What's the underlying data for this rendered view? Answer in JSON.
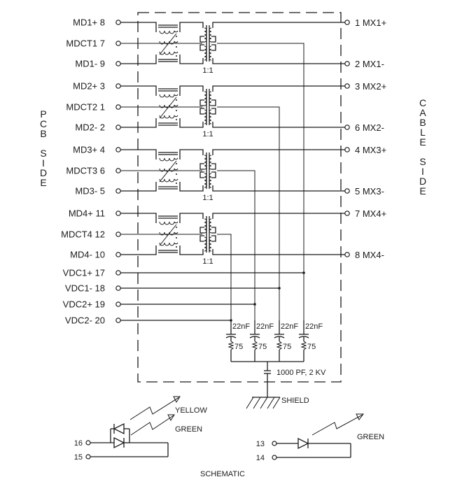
{
  "figure": {
    "caption": "SCHEMATIC",
    "pcb_side_label": "PCB SIDE",
    "cable_side_label": "CABLE SIDE"
  },
  "channels": [
    {
      "ratio": "1:1",
      "pcb_pins": [
        {
          "name": "MD1+",
          "pin": "8"
        },
        {
          "name": "MDCT1",
          "pin": "7"
        },
        {
          "name": "MD1-",
          "pin": "9"
        }
      ],
      "cable_pins": [
        {
          "pin": "1",
          "name": "MX1+"
        },
        {
          "pin": "2",
          "name": "MX1-"
        }
      ]
    },
    {
      "ratio": "1:1",
      "pcb_pins": [
        {
          "name": "MD2+",
          "pin": "3"
        },
        {
          "name": "MDCT2",
          "pin": "1"
        },
        {
          "name": "MD2-",
          "pin": "2"
        }
      ],
      "cable_pins": [
        {
          "pin": "3",
          "name": "MX2+"
        },
        {
          "pin": "6",
          "name": "MX2-"
        }
      ]
    },
    {
      "ratio": "1:1",
      "pcb_pins": [
        {
          "name": "MD3+",
          "pin": "4"
        },
        {
          "name": "MDCT3",
          "pin": "6"
        },
        {
          "name": "MD3-",
          "pin": "5"
        }
      ],
      "cable_pins": [
        {
          "pin": "4",
          "name": "MX3+"
        },
        {
          "pin": "5",
          "name": "MX3-"
        }
      ]
    },
    {
      "ratio": "1:1",
      "pcb_pins": [
        {
          "name": "MD4+",
          "pin": "11"
        },
        {
          "name": "MDCT4",
          "pin": "12"
        },
        {
          "name": "MD4-",
          "pin": "10"
        }
      ],
      "cable_pins": [
        {
          "pin": "7",
          "name": "MX4+"
        },
        {
          "pin": "8",
          "name": "MX4-"
        }
      ]
    }
  ],
  "power_pins": [
    {
      "name": "VDC1+",
      "pin": "17"
    },
    {
      "name": "VDC1-",
      "pin": "18"
    },
    {
      "name": "VDC2+",
      "pin": "19"
    },
    {
      "name": "VDC2-",
      "pin": "20"
    }
  ],
  "termination": {
    "capacitors": [
      "22nF",
      "22nF",
      "22nF",
      "22nF"
    ],
    "resistors": [
      "75",
      "75",
      "75",
      "75"
    ],
    "hv_cap": "1000 PF,  2 KV",
    "ground": "SHIELD"
  },
  "leds": {
    "left": {
      "pins": [
        "16",
        "15"
      ],
      "colors": [
        "YELLOW",
        "GREEN"
      ]
    },
    "right": {
      "pins": [
        "13",
        "14"
      ],
      "colors": [
        "GREEN"
      ]
    }
  }
}
